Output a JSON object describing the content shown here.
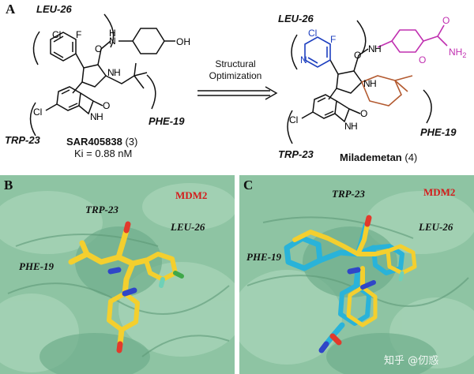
{
  "panel_a": {
    "letter": "A",
    "compound3": {
      "name": "SAR405838",
      "number_label": " (3)",
      "ki": "Ki = 0.88 nM",
      "residues": {
        "leu": "LEU-26",
        "trp": "TRP-23",
        "phe": "PHE-19"
      },
      "atoms": {
        "cl_top": "Cl",
        "f": "F",
        "cl_bottom": "Cl",
        "nh_amide": "N",
        "h_amide": "H",
        "oh": "OH",
        "nh_ring": "N",
        "h_ring": "H",
        "o_ketone": "O",
        "nh_lactam": "N",
        "h_lactam": "H",
        "o_lactam": "O"
      }
    },
    "arrow_label": [
      "Structural",
      "Optimization"
    ],
    "compound4": {
      "name": "Milademetan",
      "number_label": " (4)",
      "residues": {
        "leu": "LEU-26",
        "trp": "TRP-23",
        "phe": "PHE-19"
      },
      "atoms": {
        "cl_top": "Cl",
        "n_pyr": "N",
        "f": "F",
        "cl_bottom": "Cl",
        "nh_amide": "N",
        "h_amide": "H",
        "o_ring": "O",
        "o_amide2": "O",
        "nh2": "NH",
        "nh2_sub": "2",
        "nh_ring": "N",
        "h_ring": "H",
        "o_ketone": "O",
        "nh_lactam": "N",
        "h_lactam": "H",
        "o_lactam": "O"
      }
    }
  },
  "panel_b": {
    "letter": "B",
    "protein": "MDM2",
    "residues": {
      "trp": "TRP-23",
      "leu": "LEU-26",
      "phe": "PHE-19"
    }
  },
  "panel_c": {
    "letter": "C",
    "protein": "MDM2",
    "residues": {
      "trp": "TRP-23",
      "leu": "LEU-26",
      "phe": "PHE-19"
    }
  },
  "watermark": "知乎 @仞惑",
  "colors": {
    "surface": "#8ec4a3",
    "surface_dark": "#6fae8b",
    "ligand_yellow": "#f4cf2e",
    "ligand_cyan": "#29b3d9",
    "nitrogen": "#2f46c8",
    "oxygen": "#e23a2c",
    "fluorine": "#6fd1b8",
    "mdm2_label": "#d41c1c",
    "pyridine_n": "#1d3fbf",
    "tetrahydropyran": "#c030b0",
    "cyclohexyl": "#b35a30"
  }
}
